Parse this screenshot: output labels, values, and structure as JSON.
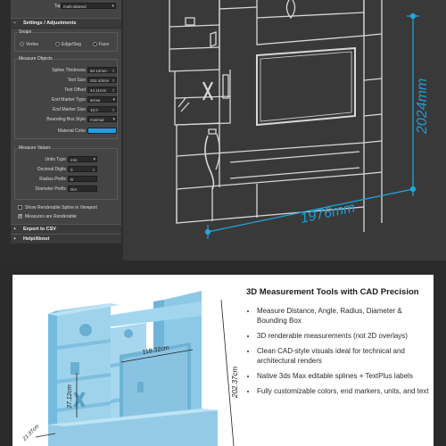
{
  "panel": {
    "tape_tool_mode": {
      "label": "Tape Tool Mode",
      "value": "multi-aligned"
    },
    "settings_header": "Settings / Adjustments",
    "snaps": {
      "title": "Snaps",
      "options": [
        "Vertex",
        "Edge/Seg",
        "Face"
      ],
      "selected": 0
    },
    "measure_objects": {
      "title": "Measure Objects",
      "rows": [
        {
          "label": "Spline Thickness",
          "value": "50,12mm"
        },
        {
          "label": "Text Size",
          "value": "202,43mm"
        },
        {
          "label": "Text Offset",
          "value": "44,11mm"
        },
        {
          "label": "End Marker Type",
          "value": "arrow"
        },
        {
          "label": "End Marker Size",
          "value": "10,0"
        },
        {
          "label": "Bounding Box Style",
          "value": "minimal"
        }
      ],
      "material_color_label": "Material Color",
      "material_color": "#1fa0e6"
    },
    "measure_values": {
      "title": "Measure Values",
      "rows": [
        {
          "label": "Units Type",
          "value": "mm"
        },
        {
          "label": "Decimal Digits",
          "value": "0"
        },
        {
          "label": "Radius Prefix",
          "value": "R"
        },
        {
          "label": "Diameter Prefix",
          "value": "DIA"
        }
      ]
    },
    "show_renderable": "Show Renderable Spline in Viewport",
    "measures_renderable": "Measures are Renderable",
    "export_header": "Export to CSV",
    "help_header": "Help/About"
  },
  "viewport": {
    "width_dim": "1976mm",
    "height_dim": "2024mm",
    "accent": "#1ea7e0"
  },
  "promo": {
    "title": "3D Measurement Tools with CAD Precision",
    "bullets": [
      "Measure Distance, Angle, Radius, Diameter & Bounding Box",
      "3D renderable measurements (not 2D overlays)",
      "Clean CAD-style visuals ideal for technical and architectural renders",
      "Native 3ds Max editable splines + TextPlus labels",
      "Fully customizable colors, end markers, units, and text"
    ],
    "dims": {
      "top": "118.32cm",
      "height": "202.37cm",
      "left": "37.12cm",
      "bottom": "21.37cm"
    }
  }
}
